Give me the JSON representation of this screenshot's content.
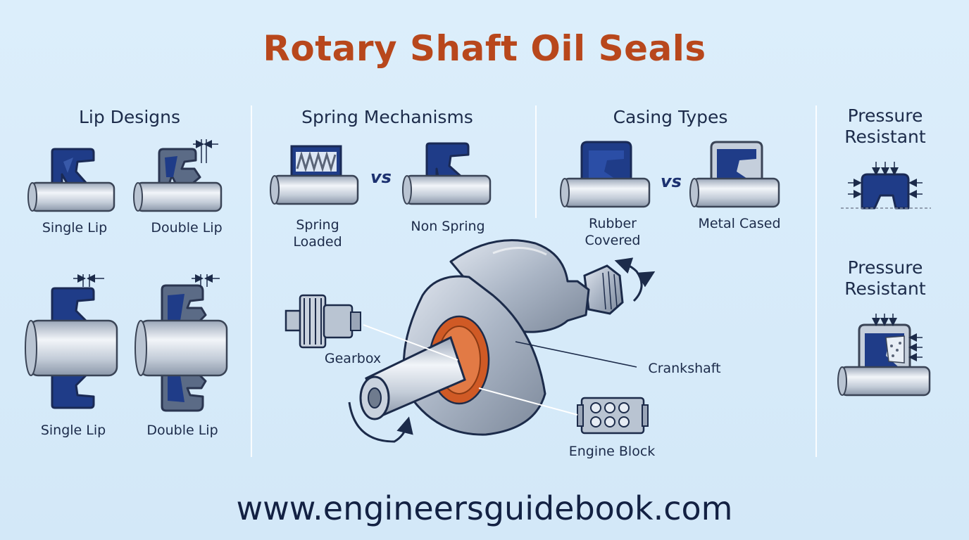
{
  "title": "Rotary Shaft Oil Seals",
  "sections": {
    "lip_designs": {
      "heading": "Lip Designs",
      "items": [
        "Single Lip",
        "Double Lip",
        "Single Lip",
        "Double Lip"
      ]
    },
    "spring_mechanisms": {
      "heading": "Spring Mechanisms",
      "items": [
        "Spring Loaded",
        "Non Spring"
      ],
      "vs": "vs"
    },
    "casing_types": {
      "heading": "Casing Types",
      "items": [
        "Rubber Covered",
        "Metal Cased"
      ],
      "vs": "vs"
    },
    "pressure": {
      "items": [
        "Pressure Resistant",
        "Pressure Resistant"
      ]
    }
  },
  "assembly_labels": {
    "gearbox": "Gearbox",
    "crankshaft": "Crankshaft",
    "engine_block": "Engine Block"
  },
  "footer_url": "www.engineersguidebook.com",
  "colors": {
    "title": "#b8471c",
    "seal_navy": "#1f3c88",
    "shaft_steel": "#b9c4d2",
    "background": "#d8ecfa",
    "orange_seal": "#d05a25"
  }
}
